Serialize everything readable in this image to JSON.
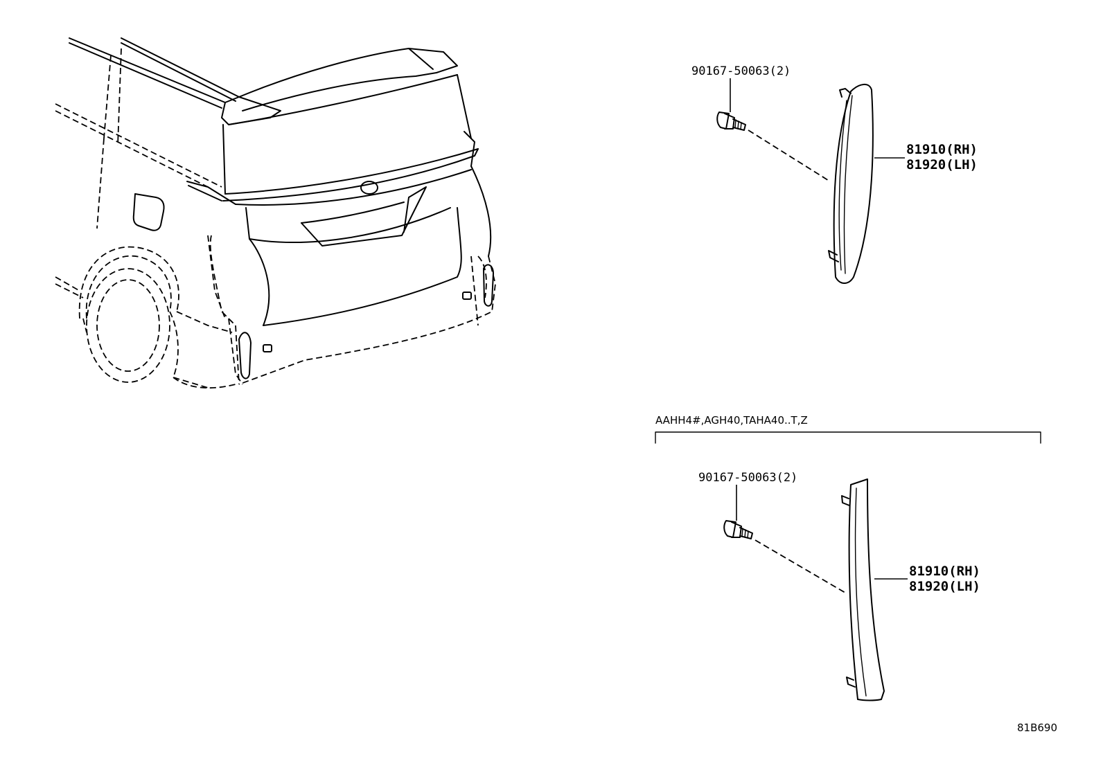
{
  "upper_assembly": {
    "bolt_label": "90167-50063(2)",
    "reflector_rh": "81910(RH)",
    "reflector_lh": "81920(LH)"
  },
  "lower_assembly": {
    "condition": "AAHH4#,AGH40,TAHA40..T,Z",
    "bolt_label": "90167-50063(2)",
    "reflector_rh": "81910(RH)",
    "reflector_lh": "81920(LH)"
  },
  "illustration_code": "81B690"
}
